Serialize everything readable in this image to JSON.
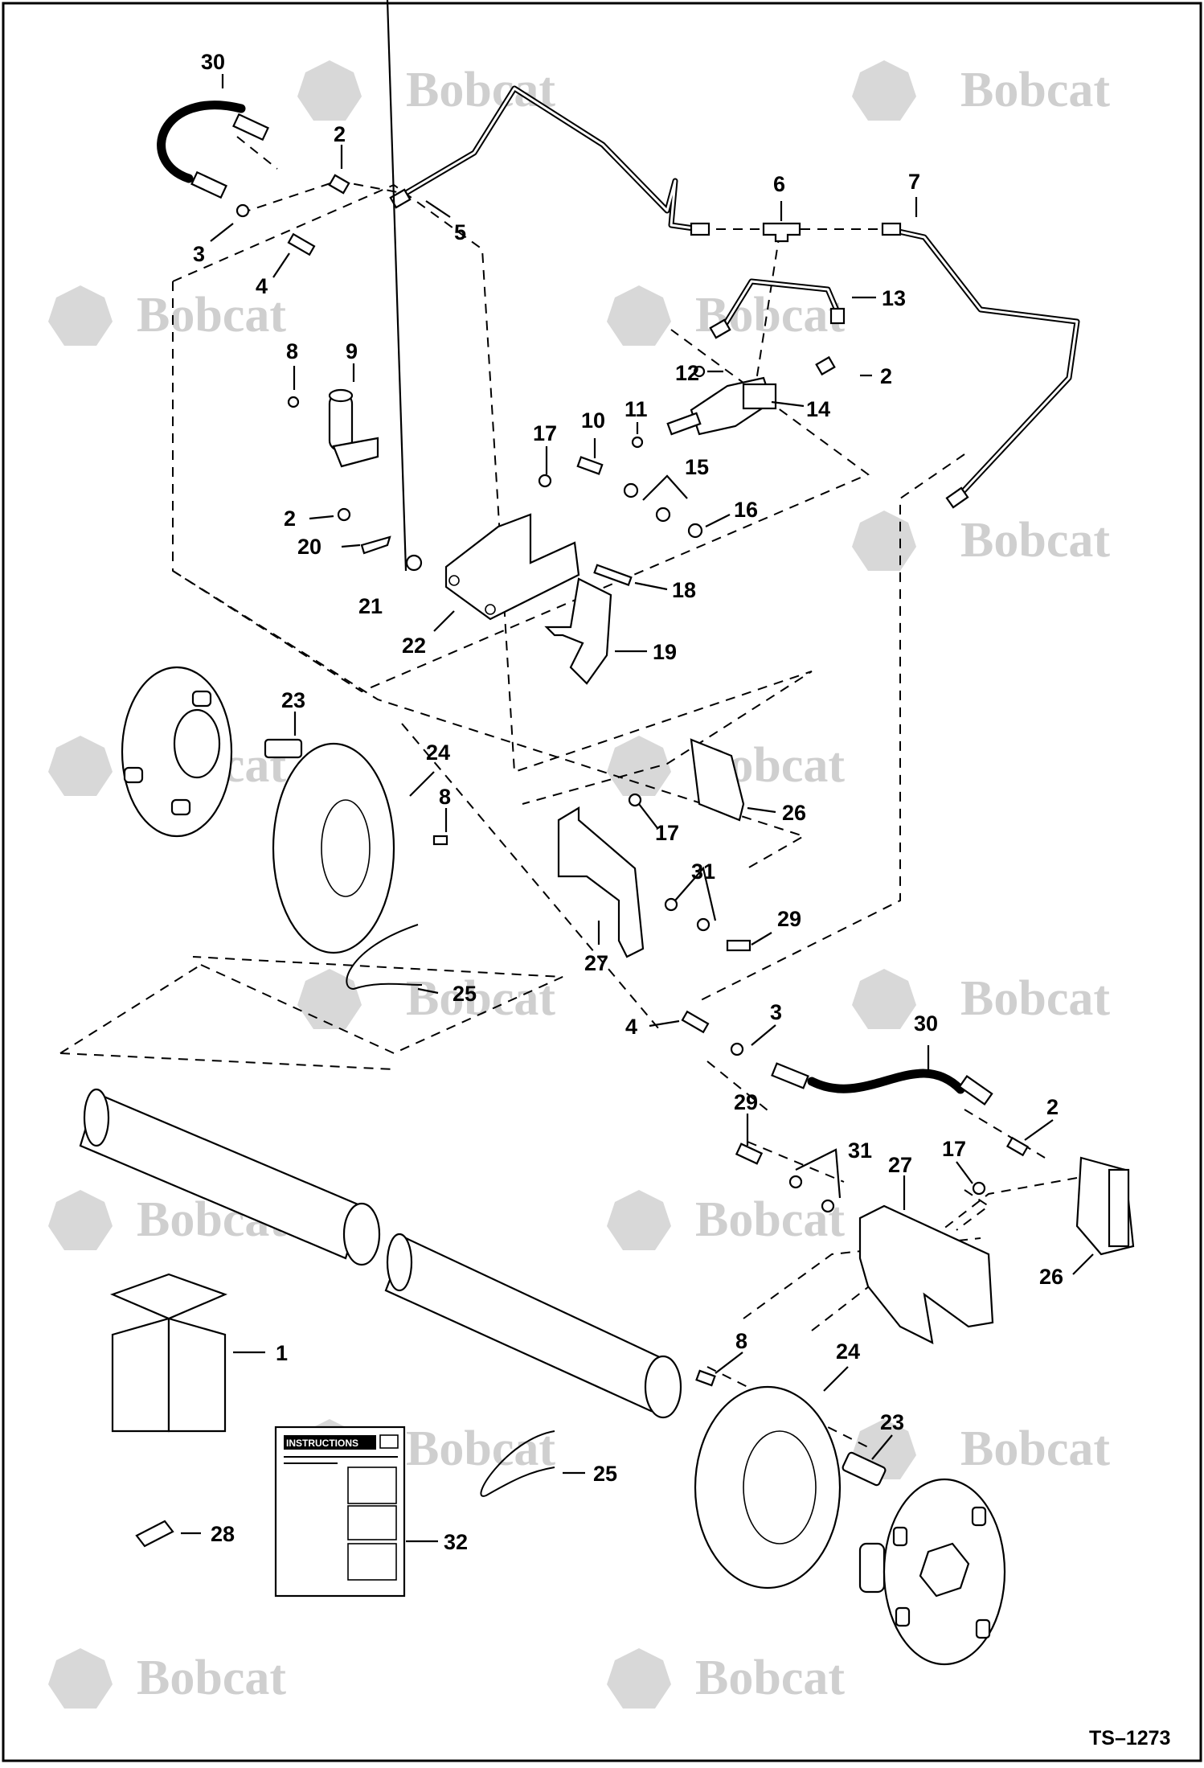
{
  "drawing_code": "TS–1273",
  "watermark_text": "Bobcat",
  "instruction_sheet": {
    "heading": "INSTRUCTIONS"
  },
  "callouts": [
    {
      "label": "30"
    },
    {
      "label": "2"
    },
    {
      "label": "3"
    },
    {
      "label": "4"
    },
    {
      "label": "5"
    },
    {
      "label": "6"
    },
    {
      "label": "7"
    },
    {
      "label": "13"
    },
    {
      "label": "8"
    },
    {
      "label": "9"
    },
    {
      "label": "12"
    },
    {
      "label": "2"
    },
    {
      "label": "11"
    },
    {
      "label": "10"
    },
    {
      "label": "14"
    },
    {
      "label": "17"
    },
    {
      "label": "15"
    },
    {
      "label": "16"
    },
    {
      "label": "2"
    },
    {
      "label": "20"
    },
    {
      "label": "21"
    },
    {
      "label": "22"
    },
    {
      "label": "18"
    },
    {
      "label": "19"
    },
    {
      "label": "23"
    },
    {
      "label": "24"
    },
    {
      "label": "8"
    },
    {
      "label": "26"
    },
    {
      "label": "17"
    },
    {
      "label": "31"
    },
    {
      "label": "29"
    },
    {
      "label": "27"
    },
    {
      "label": "25"
    },
    {
      "label": "4"
    },
    {
      "label": "3"
    },
    {
      "label": "30"
    },
    {
      "label": "29"
    },
    {
      "label": "2"
    },
    {
      "label": "31"
    },
    {
      "label": "17"
    },
    {
      "label": "27"
    },
    {
      "label": "26"
    },
    {
      "label": "1"
    },
    {
      "label": "8"
    },
    {
      "label": "24"
    },
    {
      "label": "23"
    },
    {
      "label": "25"
    },
    {
      "label": "28"
    },
    {
      "label": "32"
    }
  ]
}
